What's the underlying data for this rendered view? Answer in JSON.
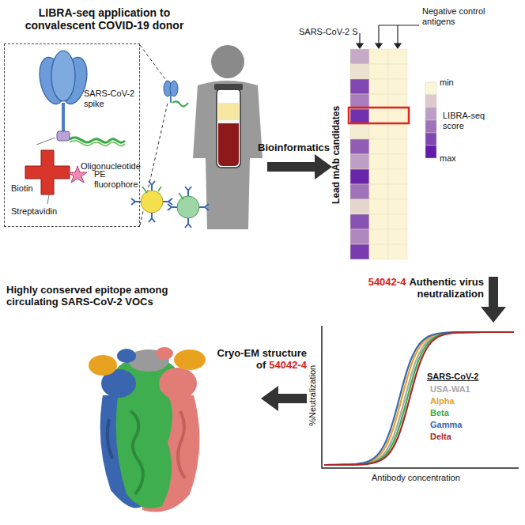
{
  "diagram": {
    "nodes": [
      {
        "text": [
          "SARS-CoV-2 spike",
          "Oligonucleotide",
          "Biotin",
          "PE fluorophore",
          "Streptavidin"
        ]
      }
    ],
    "labels": [
      "LIBRA-seq application to convalescent COVID-19 donor",
      "Bioinformatics",
      "SARS-CoV-2 S",
      "Negative control antigens",
      "Lead mAb candidates",
      "min",
      "LIBRA-seq score",
      "max",
      "54042-4",
      "Authentic virus neutralization",
      "SARS-CoV-2",
      "%Neutralization",
      "Antibody concentration",
      "Cryo-EM structure of",
      "54042-4",
      "Highly conserved epitope among circulating SARS-CoV-2 VOCs"
    ],
    "legend": [
      {
        "text": "USA-WA1",
        "color": "#a8a8a8"
      },
      {
        "text": "Alpha",
        "color": "#e8a21f"
      },
      {
        "text": "Beta",
        "color": "#3aae4a"
      },
      {
        "text": "Gamma",
        "color": "#3a67b0"
      },
      {
        "text": "Delta",
        "color": "#a8282a"
      }
    ]
  }
}
